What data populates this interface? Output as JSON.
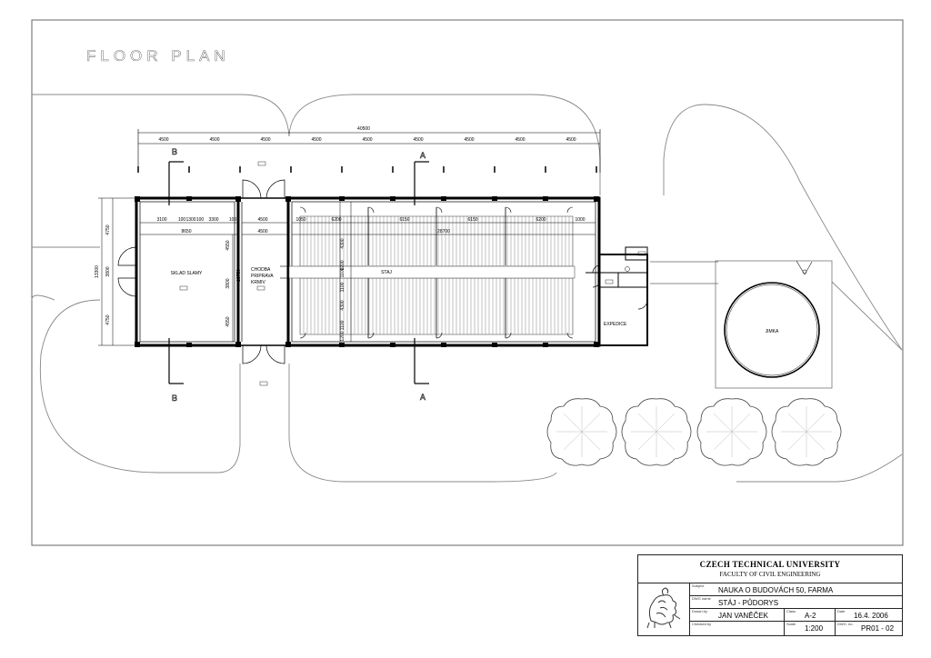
{
  "drawing": {
    "title": "FLOOR PLAN",
    "overall_dimension": "40500",
    "bay_dimensions": [
      "4500",
      "4500",
      "4500",
      "4500",
      "4500",
      "4500",
      "4500",
      "4500",
      "4500"
    ],
    "row_dims_left": [
      "3100",
      "100",
      "1300",
      "100",
      "3300",
      "100"
    ],
    "dim_8650": "8650",
    "dim_4500_a": "4500",
    "dim_4500_b": "4500",
    "row_dims_right": [
      "1050",
      "6200",
      "6150",
      "6150",
      "6200",
      "1000"
    ],
    "dim_28700": "28700",
    "side_dims_left": [
      "4750",
      "3800",
      "4750"
    ],
    "side_dim_13300": "13300",
    "dims_4550": [
      "4550",
      "4550"
    ],
    "dim_3800_b": "3800",
    "dim_13750": "13750",
    "stall_dims": [
      "4300",
      "1200",
      "1100",
      "1100",
      "4300",
      "1100",
      "1200"
    ],
    "rooms": {
      "sklad": "SKLAD SLAMY",
      "chodba": [
        "CHODBA",
        "PRIPRAVA",
        "KRMIV"
      ],
      "stall": "STAJ",
      "expedice": "EXPEDICE",
      "jimka": "JIMKA"
    },
    "section_marks": {
      "a_top": "A",
      "a_bottom": "A",
      "b_top": "B",
      "b_bottom": "B"
    }
  },
  "title_block": {
    "university": "CZECH TECHNICAL UNIVERSITY",
    "faculty": "FACULTY OF CIVIL ENGINEERING",
    "subject_label": "Subject",
    "subject": "NAUKA O BUDOVÁCH 50, FARMA",
    "dwg_name_label": "DWG name",
    "dwg_name": "STÁJ - PŮDORYS",
    "drawn_by_label": "Drawn by",
    "drawn_by": "JAN VANĚČEK",
    "class_label": "Class",
    "class": "A-2",
    "date_label": "Date",
    "date": "16.4. 2006",
    "checked_by_label": "Checked by",
    "checked_by": "",
    "scale_label": "Scale",
    "scale": "1:200",
    "dwg_no_label": "DWG. no.",
    "dwg_no": "PR01 - 02"
  }
}
